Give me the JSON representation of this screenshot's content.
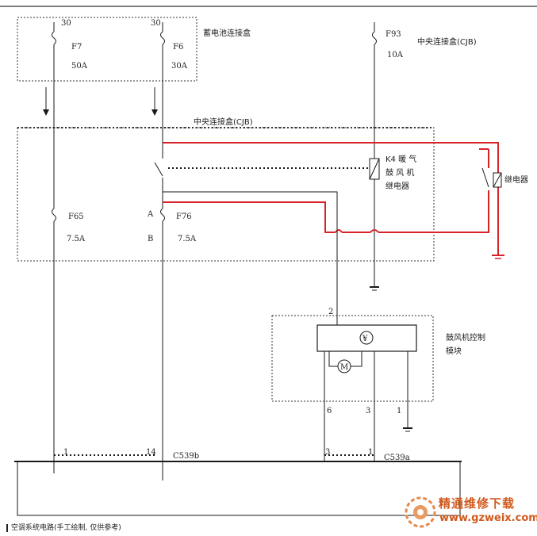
{
  "labels": {
    "fuse_f7_pin": "30",
    "fuse_f7_name": "F7",
    "fuse_f7_rating": "50A",
    "fuse_f6_pin": "30",
    "fuse_f6_name": "F6",
    "fuse_f6_rating": "30A",
    "battery_box": "蓄电池连接盒",
    "fuse_f93_name": "F93",
    "fuse_f93_rating": "10A",
    "cjb_top": "中央连接盒(CJB)",
    "cjb_main": "中央连接盒(CJB)",
    "k4_line1": "K4 暖 气",
    "k4_line2": "鼓 风 机",
    "k4_line3": "继电器",
    "relay_right": "继电器",
    "fuse_f65_name": "F65",
    "fuse_f65_rating": "7.5A",
    "fuse_f76_name": "F76",
    "fuse_f76_rating": "7.5A",
    "pin_a": "A",
    "pin_b": "B",
    "module_line1": "鼓风机控制",
    "module_line2": "模块",
    "yen_symbol": "¥",
    "motor_symbol": "M",
    "pin_2": "2",
    "pin_6": "6",
    "pin_3_module": "3",
    "pin_1_module": "1",
    "conn_pin_1": "1",
    "conn_pin_14": "14",
    "conn_c539b": "C539b",
    "conn_pin_3": "3",
    "conn_pin_1b": "1",
    "conn_c539a": "C539a"
  },
  "caption": "空调系统电路(手工绘制, 仅供参考)",
  "watermark": {
    "line1": "精通维修下载",
    "line2": "www.gzweix.com"
  },
  "colors": {
    "wire": "#1a1a1a",
    "power_wire": "#d8232a",
    "box_border": "#333333",
    "watermark": "#d05a1e"
  }
}
